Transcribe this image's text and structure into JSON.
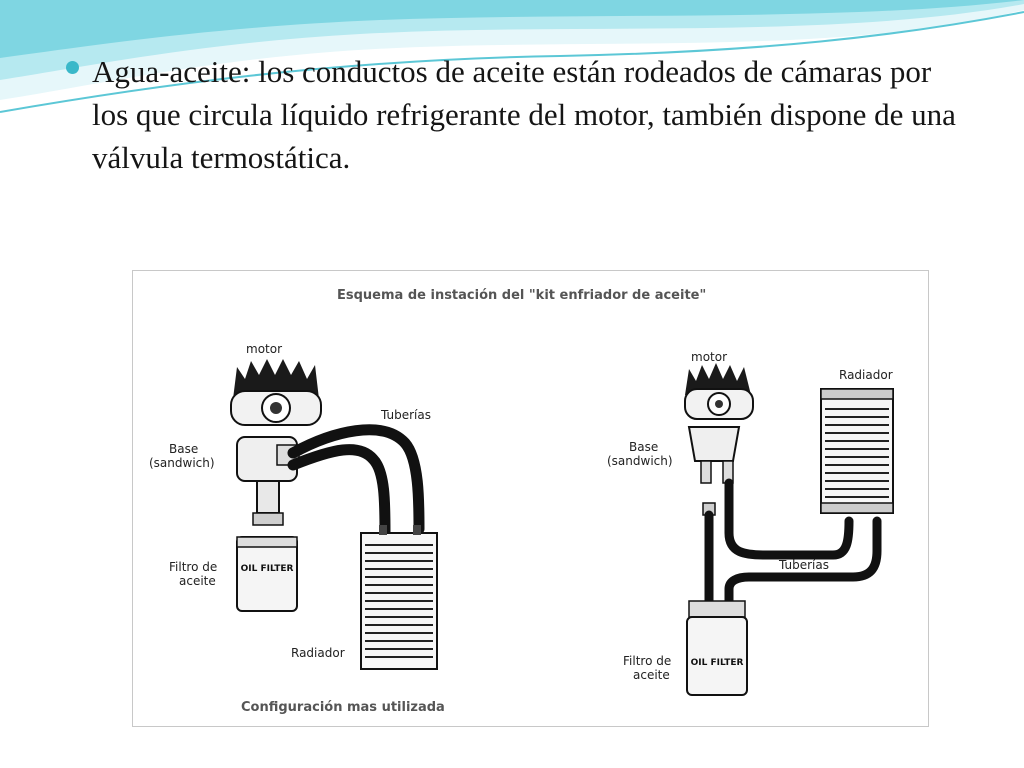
{
  "slide": {
    "bullet_text": "Agua-aceite: los conductos de aceite están rodeados de cámaras por los que circula líquido refrigerante del motor, también dispone de una válvula termostática.",
    "bullet_color": "#3ab8c9",
    "wave_colors": [
      "#7fd6e2",
      "#b6e9f0",
      "#e6f7fa"
    ]
  },
  "figure": {
    "title": "Esquema de instación del \"kit enfriador de aceite\"",
    "caption": "Configuración mas utilizada",
    "left": {
      "motor": "motor",
      "tuberias": "Tuberías",
      "base_line1": "Base",
      "base_line2": "(sandwich)",
      "filtro_line1": "Filtro de",
      "filtro_line2": "aceite",
      "radiador": "Radiador",
      "filter_brand": "OIL FILTER"
    },
    "right": {
      "motor": "motor",
      "radiador": "Radiador",
      "base_line1": "Base",
      "base_line2": "(sandwich)",
      "tuberias": "Tuberías",
      "filtro_line1": "Filtro de",
      "filtro_line2": "aceite",
      "filter_brand": "OIL FILTER"
    }
  }
}
